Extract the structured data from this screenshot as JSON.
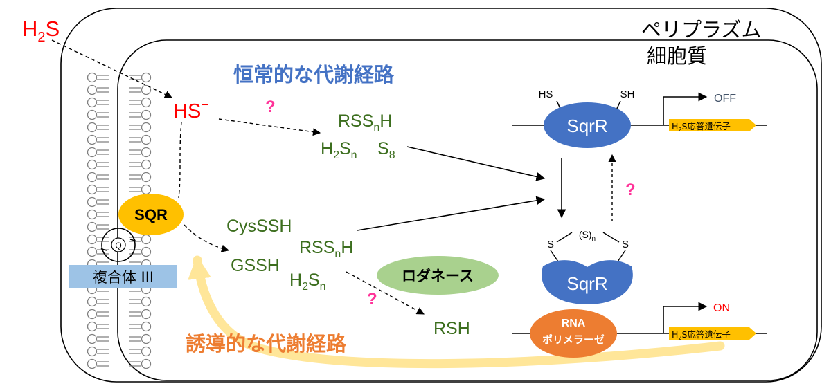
{
  "compartments": {
    "periplasm": "ペリプラズム",
    "cytoplasm": "細胞質"
  },
  "pathways": {
    "constitutive": "恒常的な代謝経路",
    "inducible": "誘導的な代謝経路"
  },
  "species": {
    "h2s": {
      "base": "H",
      "sub": "2",
      "tail": "S"
    },
    "hs_minus": {
      "base": "HS",
      "sup": "−"
    },
    "rssnh_top": {
      "base": "RSS",
      "sub": "n",
      "tail": "H"
    },
    "h2sn_top": {
      "base": "H",
      "sub": "2",
      "tail": "S",
      "sub2": "n"
    },
    "s8": {
      "base": "S",
      "sub": "8"
    },
    "cysssh": "CysSSH",
    "rssnh_mid": {
      "base": "RSS",
      "sub": "n",
      "tail": "H"
    },
    "gssh": "GSSH",
    "h2sn_mid": {
      "base": "H",
      "sub": "2",
      "tail": "S",
      "sub2": "n"
    },
    "rsh": "RSH"
  },
  "enzymes": {
    "sqr": "SQR",
    "complex3": "複合体 III",
    "quinone": "Q",
    "rhodanese": "ロダネース",
    "sqrr_reduced": "SqrR",
    "sqrr_oxidized": "SqrR",
    "rna_pol_line1": "RNA",
    "rna_pol_line2": "ポリメラーゼ"
  },
  "sqrr_groups": {
    "hs_left": "HS",
    "sh_right": "SH",
    "s_left": "S",
    "s_right": "S",
    "sn_base": "(S)",
    "sn_sub": "n"
  },
  "genes": {
    "gene_top": {
      "prefix": "H",
      "sub": "2",
      "rest": "S応答遺伝子"
    },
    "gene_bottom": {
      "prefix": "H",
      "sub": "2",
      "rest": "S応答遺伝子"
    },
    "state_off": "OFF",
    "state_on": "ON"
  },
  "unknown_marks": [
    "?",
    "?",
    "?"
  ],
  "colors": {
    "red": "#ff0000",
    "green_text": "#3c6e1e",
    "blue_text": "#4472c4",
    "orange_text": "#ed7d31",
    "magenta": "#ff3399",
    "sqr_yellow": "#ffc000",
    "sqrr_blue": "#4472c4",
    "complex_blue": "#9dc3e6",
    "rhodanese_green": "#a9d18e",
    "rnapol_orange": "#ed7d31",
    "gene_gold": "#ffc000",
    "cream_arrow": "#ffe699",
    "off_text": "#44546a"
  }
}
